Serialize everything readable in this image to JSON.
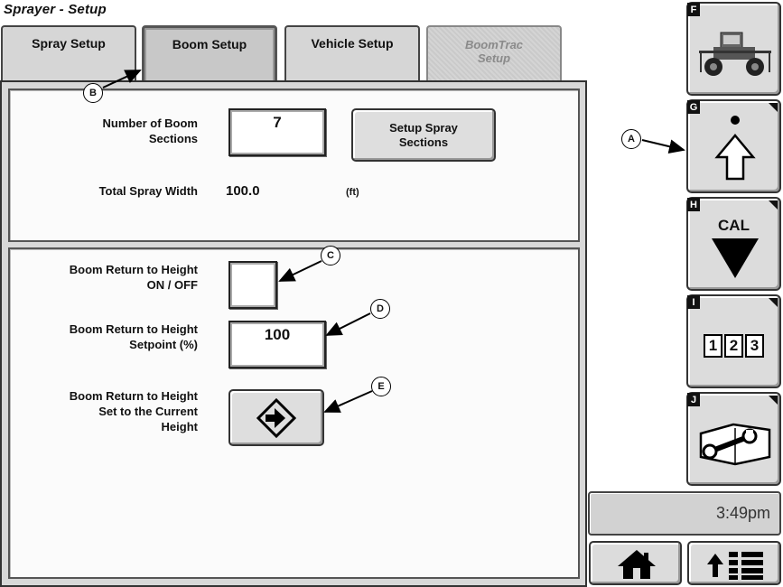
{
  "window": {
    "title": "Sprayer - Setup"
  },
  "tabs": [
    {
      "label": "Spray Setup",
      "state": "normal"
    },
    {
      "label": "Boom Setup",
      "state": "active"
    },
    {
      "label": "Vehicle Setup",
      "state": "normal"
    },
    {
      "label": "BoomTrac Setup",
      "line1": "BoomTrac",
      "line2": "Setup",
      "state": "disabled"
    }
  ],
  "section1": {
    "boom_sections_label_line1": "Number of Boom",
    "boom_sections_label_line2": "Sections",
    "boom_sections_value": "7",
    "setup_spray_button_line1": "Setup Spray",
    "setup_spray_button_line2": "Sections",
    "total_width_label": "Total Spray Width",
    "total_width_value": "100.0",
    "total_width_unit": "(ft)"
  },
  "section2": {
    "rth_onoff_label_line1": "Boom Return to Height",
    "rth_onoff_label_line2": "ON / OFF",
    "rth_onoff_value": "",
    "rth_setpoint_label_line1": "Boom Return to Height",
    "rth_setpoint_label_line2": "Setpoint (%)",
    "rth_setpoint_value": "100",
    "rth_current_label_line1": "Boom Return to Height",
    "rth_current_label_line2": "Set to the Current",
    "rth_current_label_line3": "Height"
  },
  "callouts": {
    "a": "A",
    "b": "B",
    "c": "C",
    "d": "D",
    "e": "E"
  },
  "softkeys": [
    {
      "letter": "F",
      "icon": "sprayer-vehicle-icon"
    },
    {
      "letter": "G",
      "icon": "up-arrow-icon"
    },
    {
      "letter": "H",
      "icon": "cal-down-triangle-icon",
      "text": "CAL"
    },
    {
      "letter": "I",
      "icon": "numeric-entry-icon",
      "digits": [
        "1",
        "2",
        "3"
      ]
    },
    {
      "letter": "J",
      "icon": "manual-wrench-icon"
    }
  ],
  "status": {
    "time": "3:49pm"
  },
  "bottom_nav": [
    {
      "icon": "home-icon"
    },
    {
      "icon": "up-arrow-menu-icon"
    }
  ],
  "colors": {
    "panel_bg": "#d8d8d8",
    "section_bg": "#fbfbfb",
    "key_bg": "#dcdcdc",
    "border": "#333333"
  }
}
